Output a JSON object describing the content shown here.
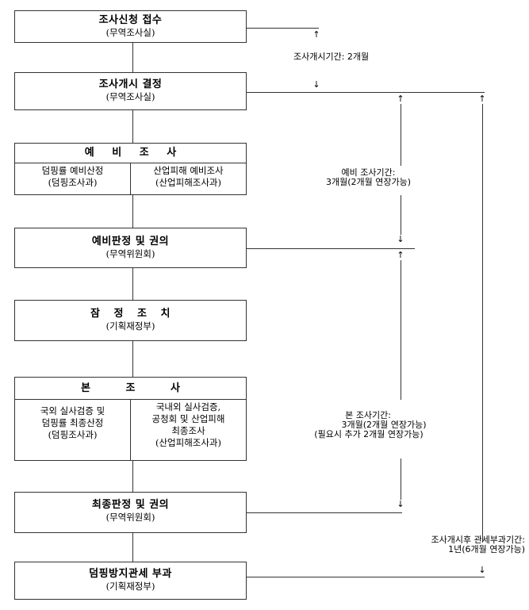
{
  "steps": [
    {
      "title": "조사신청 접수",
      "dept": "(무역조사실)"
    },
    {
      "title": "조사개시 결정",
      "dept": "(무역조사실)"
    },
    {
      "title": "예 비 조 사",
      "left": {
        "line1": "덤핑률 예비산정",
        "dept": "(덤핑조사과)"
      },
      "right": {
        "line1": "산업피해 예비조사",
        "dept": "(산업피해조사과)"
      }
    },
    {
      "title": "예비판정 및 권의",
      "dept": "(무역위원회)"
    },
    {
      "title": "잠 정 조 치",
      "dept": "(기획재정부)"
    },
    {
      "title": "본 조 사",
      "left": {
        "line1": "국외 실사검증 및",
        "line2": "덤핑률 최종산정",
        "dept": "(덤핑조사과)"
      },
      "right": {
        "line1": "국내외 실사검증,",
        "line2": "공청회 및 산업피해",
        "line3": "최종조사",
        "dept": "(산업피해조사과)"
      }
    },
    {
      "title": "최종판정 및 권의",
      "dept": "(무역위원회)"
    },
    {
      "title": "덤핑방지관세 부과",
      "dept": "(기획재정부)"
    }
  ],
  "periods": {
    "initiation": "조사개시기간: 2개월",
    "preliminary": {
      "line1": "예비 조사기간:",
      "line2": "3개월(2개월 연장가능)"
    },
    "main": {
      "line1": "본 조사기간:",
      "line2": "3개월(2개월 연장가능)",
      "line3": "(필요시 추가 2개월 연장가능)"
    },
    "total": {
      "line1": "조사개시후 관세부과기간:",
      "line2": "1년(6개월 연장가능)"
    }
  },
  "arrows": {
    "up": "↑",
    "down": "↓"
  }
}
